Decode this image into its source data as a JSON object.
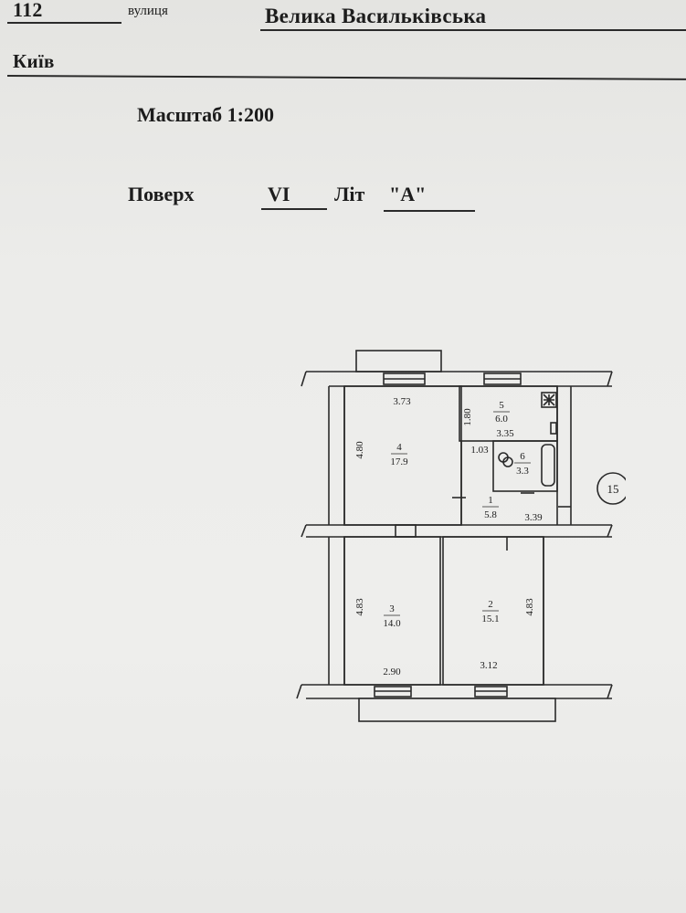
{
  "header": {
    "house_number": "112",
    "street_label": "вулиця",
    "street_name": "Велика Васильківська",
    "city": "Київ"
  },
  "scale": {
    "text": "Масштаб 1:200"
  },
  "floor": {
    "label": "Поверх",
    "value": "VI",
    "letter_label": "Літ",
    "letter_value": "\"А\""
  },
  "plan": {
    "apartment_number": "15",
    "rooms": [
      {
        "id": "4",
        "area": "17.9",
        "width": "3.73",
        "depth": "4.80"
      },
      {
        "id": "5",
        "area": "6.0",
        "width": "3.35",
        "depth": "1.80"
      },
      {
        "id": "6",
        "area": "3.3",
        "width": "1.03"
      },
      {
        "id": "1",
        "area": "5.8",
        "width": "3.39"
      },
      {
        "id": "3",
        "area": "14.0",
        "width": "2.90",
        "depth": "4.83"
      },
      {
        "id": "2",
        "area": "15.1",
        "width": "3.12",
        "depth": "4.83"
      }
    ]
  }
}
